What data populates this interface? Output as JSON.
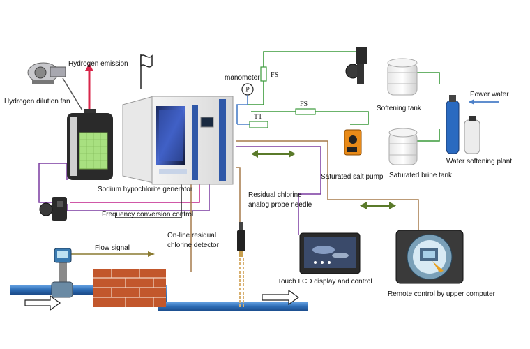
{
  "labels": {
    "hydrogen_dilution_fan": "Hydrogen dilution fan",
    "hydrogen_emission": "Hydrogen emission",
    "manometer": "manometer",
    "manometer_symbol": "P",
    "fs_top": "FS",
    "fs_mid": "FS",
    "tt": "TT",
    "power_water": "Power water",
    "softening_tank": "Softening tank",
    "water_softening_plant": "Water softening plant",
    "saturated_salt_pump": "Saturated salt pump",
    "saturated_brine_tank": "Saturated brine tank",
    "sodium_hypochlorite_generator": "Sodium hypochlorite generator",
    "frequency_conversion_control": "Frequency conversion control",
    "residual_chlorine_probe_line1": "Residual chlorine",
    "residual_chlorine_probe_line2": "analog probe needle",
    "online_detector_line1": "On-line residual",
    "online_detector_line2": "chlorine detector",
    "flow_signal": "Flow signal",
    "touch_lcd": "Touch LCD display and control",
    "remote_control": "Remote control by upper computer"
  },
  "colors": {
    "green_line": "#3a9a3a",
    "blue_line": "#4a7fc8",
    "purple_line": "#7a3aa0",
    "magenta_line": "#c0208a",
    "brown_line": "#a67a4a",
    "red_arrow": "#d8264a",
    "pipe_blue": "#2d6db5",
    "brick": "#c2572c"
  }
}
